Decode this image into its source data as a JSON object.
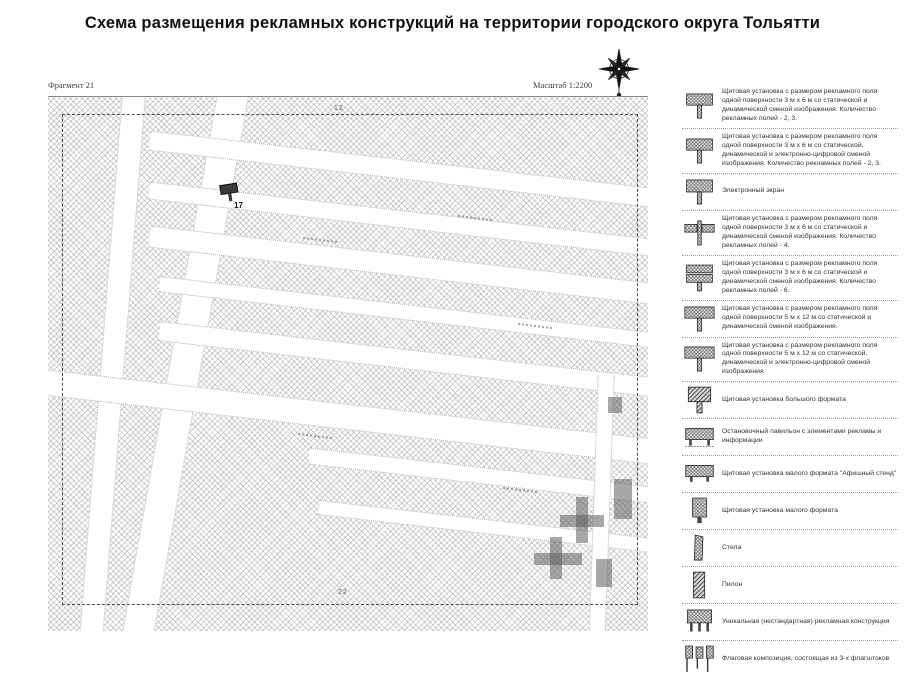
{
  "title": "Схема размещения рекламных конструкций на территории городского округа Тольятти",
  "map": {
    "fragment_label": "Фрагмент 21",
    "scale_label": "Масштаб 1:2200",
    "adjacent_fragment_top": "12",
    "adjacent_fragment_bottom": "22",
    "marker": {
      "id": "17",
      "icon": "billboard-marker-icon"
    },
    "compass_icon": "compass-rose-icon"
  },
  "legend": {
    "items": [
      {
        "icon": "billboard-3x6-2-3-icon",
        "text": "Щитовая установка с размером рекламного поля одной поверхности 3 м х 6 м со статической и динамической сменой изображения. Количество рекламных полей - 2, 3."
      },
      {
        "icon": "billboard-3x6-digital-2-3-icon",
        "text": "Щитовая установка с размером рекламного поля одной поверхности 3 м х 6 м со статической, динамической и электронно-цифровой сменой изображения. Количество рекламных полей - 2, 3."
      },
      {
        "icon": "electronic-screen-icon",
        "text": "Электронный экран"
      },
      {
        "icon": "billboard-3x6-4-icon",
        "text": "Щитовая установка с размером рекламного поля одной поверхности 3 м х 6 м со статической и динамической сменой изображения. Количество рекламных полей - 4."
      },
      {
        "icon": "billboard-3x6-6-icon",
        "text": "Щитовая установка с размером рекламного поля одной поверхности 3 м х 6 м со статической и динамической сменой изображения. Количество рекламных полей - 6."
      },
      {
        "icon": "billboard-5x12-icon",
        "text": "Щитовая установка с размером рекламного поля одной поверхности 5 м х 12 м со статической и динамической сменой изображения."
      },
      {
        "icon": "billboard-5x12-digital-icon",
        "text": "Щитовая установка с размером рекламного поля одной поверхности 5 м х 12 м со статической, динамической и электронно-цифровой сменой изображения"
      },
      {
        "icon": "large-format-billboard-icon",
        "text": "Щитовая установка большого формата"
      },
      {
        "icon": "bus-shelter-icon",
        "text": "Остановочный павильон с элементами рекламы и информации"
      },
      {
        "icon": "poster-stand-icon",
        "text": "Щитовая установка малого формата \"Афишный стенд\""
      },
      {
        "icon": "small-format-billboard-icon",
        "text": "Щитовая установка малого формата"
      },
      {
        "icon": "stela-icon",
        "text": "Стела"
      },
      {
        "icon": "pylon-icon",
        "text": "Пилон"
      },
      {
        "icon": "unique-construction-icon",
        "text": "Уникальная (нестандартная) рекламная конструкция"
      },
      {
        "icon": "flag-composition-icon",
        "text": "Флаговая композиция, состоящая из 3-х флагштоков"
      }
    ]
  }
}
